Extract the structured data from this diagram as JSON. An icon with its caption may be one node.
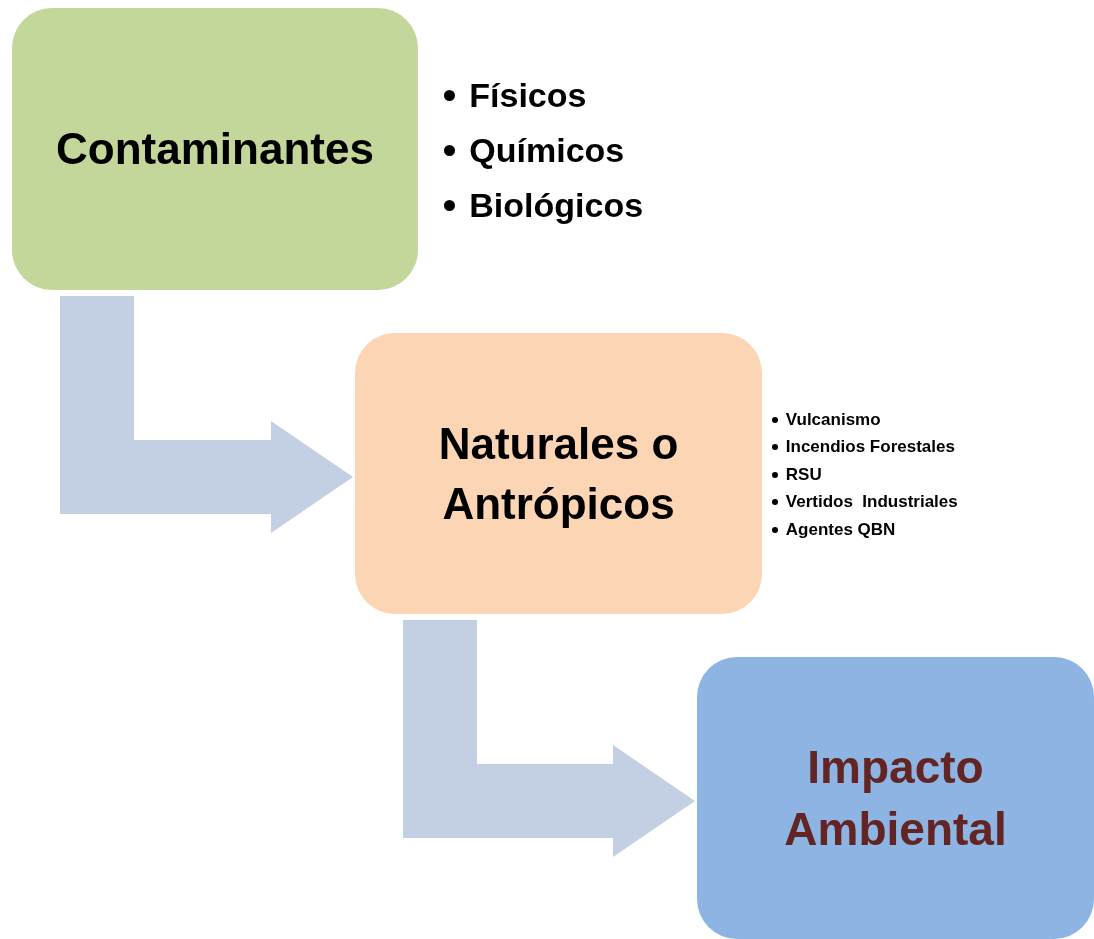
{
  "diagram": {
    "nodes": [
      {
        "text": [
          "Contaminantes"
        ],
        "beside": [
          "Físicos",
          "Químicos",
          "Biológicos"
        ]
      },
      {
        "text": [
          "Naturales o Antrópicos"
        ],
        "beside": [
          "Vulcanismo",
          "Incendios Forestales",
          "RSU",
          "Vertidos  Industriales",
          "Agentes QBN"
        ]
      },
      {
        "text": [
          "Impacto Ambiental"
        ]
      }
    ],
    "edges": [
      {
        "from": 0,
        "to": 1,
        "arrow": "to"
      },
      {
        "from": 1,
        "to": 2,
        "arrow": "to"
      }
    ]
  }
}
